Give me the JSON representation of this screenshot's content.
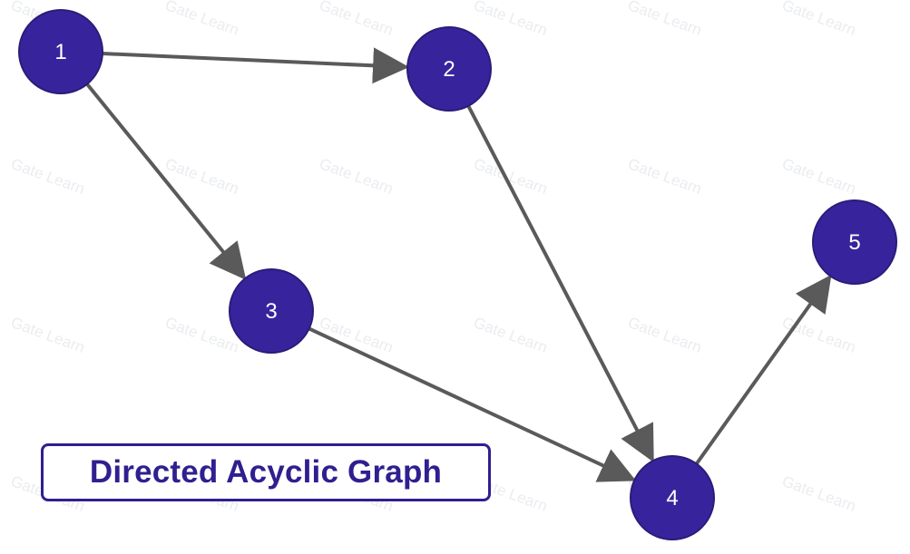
{
  "title": "Directed Acyclic Graph",
  "watermark": "Gate Learn",
  "colors": {
    "node_fill": "#37249c",
    "node_stroke": "#2a1c78",
    "edge": "#5a5a5a",
    "title": "#2f1f8f"
  },
  "nodes": [
    {
      "id": "1",
      "label": "1"
    },
    {
      "id": "2",
      "label": "2"
    },
    {
      "id": "3",
      "label": "3"
    },
    {
      "id": "4",
      "label": "4"
    },
    {
      "id": "5",
      "label": "5"
    }
  ],
  "edges": [
    {
      "from": "1",
      "to": "2"
    },
    {
      "from": "1",
      "to": "3"
    },
    {
      "from": "2",
      "to": "4"
    },
    {
      "from": "3",
      "to": "4"
    },
    {
      "from": "4",
      "to": "5"
    }
  ]
}
